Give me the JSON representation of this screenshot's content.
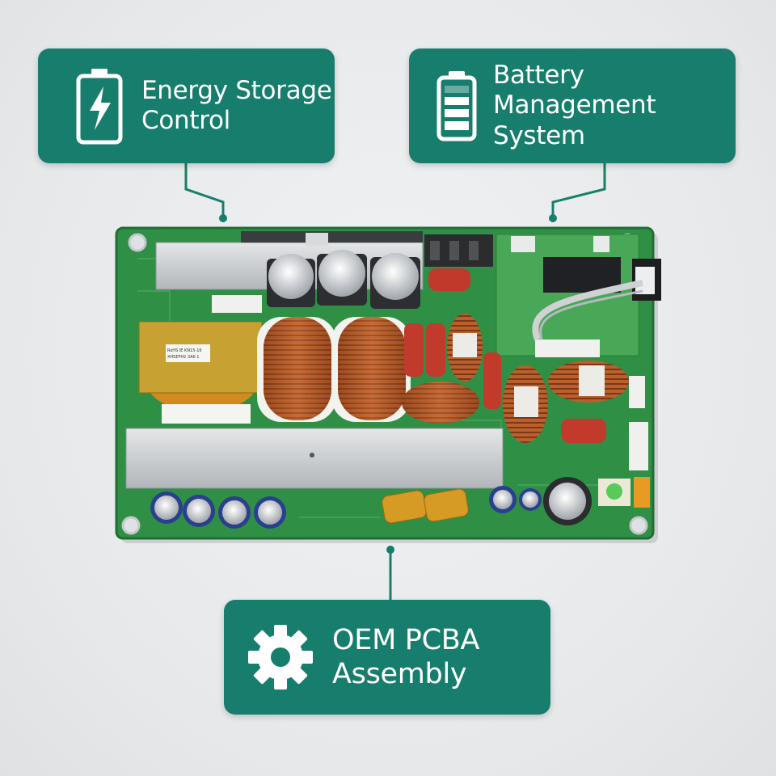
{
  "callouts": {
    "energy_storage": {
      "line1": "Energy Storage",
      "line2": "Control",
      "icon": "battery-charging-icon"
    },
    "battery_management": {
      "line1": "Battery Management",
      "line2": "System",
      "icon": "battery-level-icon"
    },
    "oem_pcba": {
      "line1": "OEM PCBA",
      "line2": "Assembly",
      "icon": "gear-icon"
    }
  },
  "colors": {
    "callout_bg": "#177e6d",
    "connector_line": "#177e6d",
    "pcb_green": "#2f8f45",
    "copper": "#b3582a",
    "heatsink": "#c9ccd0"
  },
  "board": {
    "transformer_label_line1": "RoHS  IE  KN15-16",
    "transformer_label_line2": "XHSEFH2  3A6 1"
  }
}
